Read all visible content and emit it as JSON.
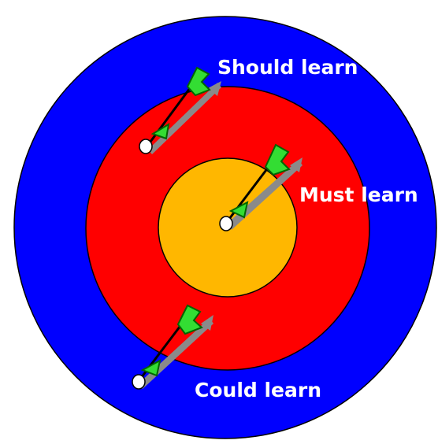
{
  "diagram": {
    "rings": [
      {
        "id": "outer",
        "label": "Could learn",
        "color": "#0000ff"
      },
      {
        "id": "middle",
        "label": "Should learn",
        "color": "#ff0000"
      },
      {
        "id": "inner",
        "label": "Must learn",
        "color": "#ffb700"
      }
    ],
    "arrow_colors": {
      "fletching": "#33dd33",
      "fletching_outline": "#006600",
      "shaft": "#000000",
      "shadow": "#8a8a8a",
      "hole": "#ffffff"
    },
    "arrow_count": 3
  }
}
